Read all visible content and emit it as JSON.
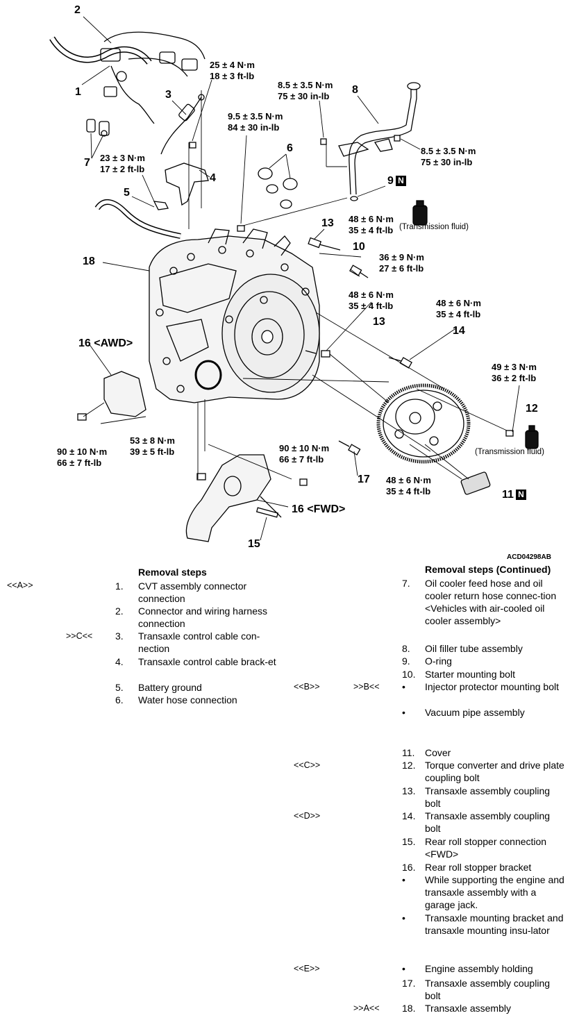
{
  "figure_id": "ACD04298AB",
  "torque_labels": [
    {
      "id": "t1",
      "lines": [
        "25 ± 4 N·m",
        "18 ± 3 ft-lb"
      ]
    },
    {
      "id": "t2",
      "lines": [
        "8.5 ± 3.5 N·m",
        "75 ± 30 in-lb"
      ]
    },
    {
      "id": "t3",
      "lines": [
        "9.5 ± 3.5 N·m",
        "84 ± 30 in-lb"
      ]
    },
    {
      "id": "t4",
      "lines": [
        "8.5 ± 3.5 N·m",
        "75 ± 30 in-lb"
      ]
    },
    {
      "id": "t5",
      "lines": [
        "23 ± 3 N·m",
        "17 ± 2 ft-lb"
      ]
    },
    {
      "id": "t6",
      "lines": [
        "48 ± 6 N·m",
        "35 ± 4 ft-lb"
      ]
    },
    {
      "id": "t7",
      "lines": [
        "36 ± 9 N·m",
        "27 ± 6 ft-lb"
      ]
    },
    {
      "id": "t8",
      "lines": [
        "48 ± 6 N·m",
        "35 ± 4 ft-lb"
      ]
    },
    {
      "id": "t9",
      "lines": [
        "48 ± 6 N·m",
        "35 ± 4 ft-lb"
      ]
    },
    {
      "id": "t10",
      "lines": [
        "49 ± 3 N·m",
        "36 ± 2 ft-lb"
      ]
    },
    {
      "id": "t11",
      "lines": [
        "90 ± 10 N·m",
        "66 ± 7 ft-lb"
      ]
    },
    {
      "id": "t12",
      "lines": [
        "53 ± 8 N·m",
        "39 ± 5 ft-lb"
      ]
    },
    {
      "id": "t13",
      "lines": [
        "90 ± 10 N·m",
        "66 ± 7 ft-lb"
      ]
    },
    {
      "id": "t14",
      "lines": [
        "48 ± 6 N·m",
        "35 ± 4 ft-lb"
      ]
    }
  ],
  "callouts": {
    "c1": "1",
    "c2": "2",
    "c3": "3",
    "c4": "4",
    "c5": "5",
    "c6": "6",
    "c7": "7",
    "c8": "8",
    "c9": "9",
    "c10": "10",
    "c11": "11",
    "c12": "12",
    "c13a": "13",
    "c13b": "13",
    "c14": "14",
    "c15": "15",
    "c16awd": "16 <AWD>",
    "c16fwd": "16 <FWD>",
    "c17": "17",
    "c18": "18"
  },
  "n_mark": "N",
  "fluid_label": "(Transmission fluid)",
  "steps_left": {
    "header": "Removal steps",
    "items": [
      {
        "ref1": "<<A>>",
        "ref2": "",
        "num": "1.",
        "text": "CVT assembly connector connection"
      },
      {
        "ref1": "",
        "ref2": "",
        "num": "2.",
        "text": "Connector and wiring harness connection"
      },
      {
        "ref1": "",
        "ref2": ">>C<<",
        "num": "3.",
        "text": "Transaxle control cable con-nection"
      },
      {
        "ref1": "",
        "ref2": "",
        "num": "4.",
        "text": "Transaxle control cable brack-et"
      },
      {
        "ref1": "",
        "ref2": "",
        "num": "5.",
        "text": "Battery ground"
      },
      {
        "ref1": "",
        "ref2": "",
        "num": "6.",
        "text": "Water hose connection"
      }
    ]
  },
  "steps_right": {
    "header": "Removal steps (Continued)",
    "items": [
      {
        "ref1": "",
        "ref2": "",
        "num": "7.",
        "text": "Oil cooler feed hose and oil cooler return hose connec-tion <Vehicles with air-cooled oil cooler assembly>"
      },
      {
        "ref1": "",
        "ref2": "",
        "num": "8.",
        "text": "Oil filler tube assembly"
      },
      {
        "ref1": "",
        "ref2": "",
        "num": "9.",
        "text": "O-ring"
      },
      {
        "ref1": "",
        "ref2": "",
        "num": "10.",
        "text": "Starter mounting bolt"
      },
      {
        "ref1": "<<B>>",
        "ref2": ">>B<<",
        "num": "•",
        "text": "Injector protector mounting bolt"
      },
      {
        "ref1": "",
        "ref2": "",
        "num": "•",
        "text": "Vacuum pipe assembly"
      },
      {
        "ref1": "",
        "ref2": "",
        "num": "11.",
        "text": "Cover"
      },
      {
        "ref1": "<<C>>",
        "ref2": "",
        "num": "12.",
        "text": "Torque converter and drive plate coupling bolt"
      },
      {
        "ref1": "",
        "ref2": "",
        "num": "13.",
        "text": "Transaxle assembly coupling bolt"
      },
      {
        "ref1": "<<D>>",
        "ref2": "",
        "num": "14.",
        "text": "Transaxle assembly coupling bolt"
      },
      {
        "ref1": "",
        "ref2": "",
        "num": "15.",
        "text": "Rear roll stopper connection <FWD>"
      },
      {
        "ref1": "",
        "ref2": "",
        "num": "16.",
        "text": "Rear roll stopper bracket"
      },
      {
        "ref1": "",
        "ref2": "",
        "num": "•",
        "text": "While supporting the engine and transaxle assembly with a garage jack."
      },
      {
        "ref1": "",
        "ref2": "",
        "num": "•",
        "text": "Transaxle mounting bracket and transaxle mounting insu-lator"
      },
      {
        "ref1": "<<E>>",
        "ref2": "",
        "num": "•",
        "text": "Engine assembly holding"
      },
      {
        "ref1": "",
        "ref2": "",
        "num": "17.",
        "text": "Transaxle assembly coupling bolt"
      },
      {
        "ref1": "",
        "ref2": ">>A<<",
        "num": "18.",
        "text": "Transaxle assembly"
      }
    ]
  }
}
